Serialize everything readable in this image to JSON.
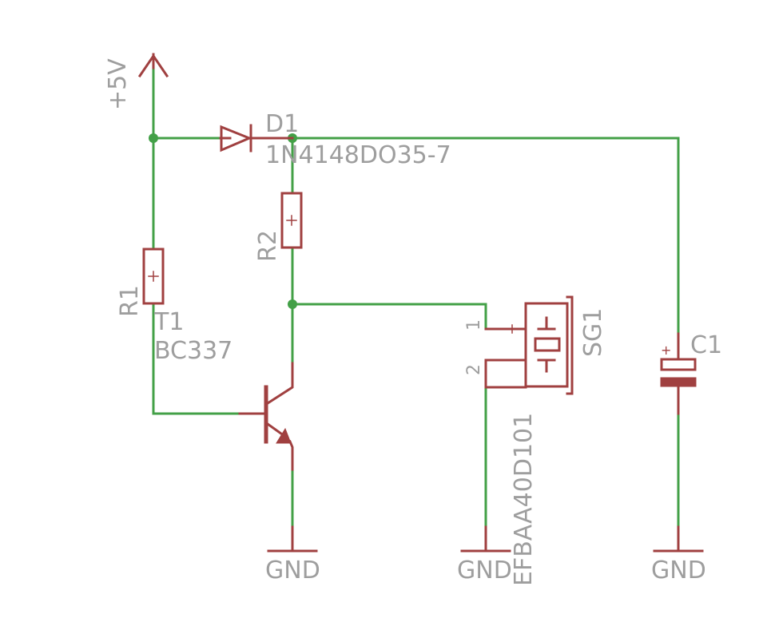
{
  "colors": {
    "wire": "#43a047",
    "symbol": "#a04040",
    "label": "#9e9e9e",
    "background": "#ffffff"
  },
  "supply": {
    "label": "+5V"
  },
  "grounds": [
    {
      "label": "GND"
    },
    {
      "label": "GND"
    },
    {
      "label": "GND"
    }
  ],
  "components": {
    "d1": {
      "name": "D1",
      "value": "1N4148DO35-7"
    },
    "r1": {
      "name": "R1"
    },
    "r2": {
      "name": "R2"
    },
    "t1": {
      "name": "T1",
      "value": "BC337"
    },
    "sg1": {
      "name": "SG1",
      "value": "EFBAA40D101",
      "pin1": "1",
      "pin2": "2"
    },
    "c1": {
      "name": "C1"
    }
  }
}
